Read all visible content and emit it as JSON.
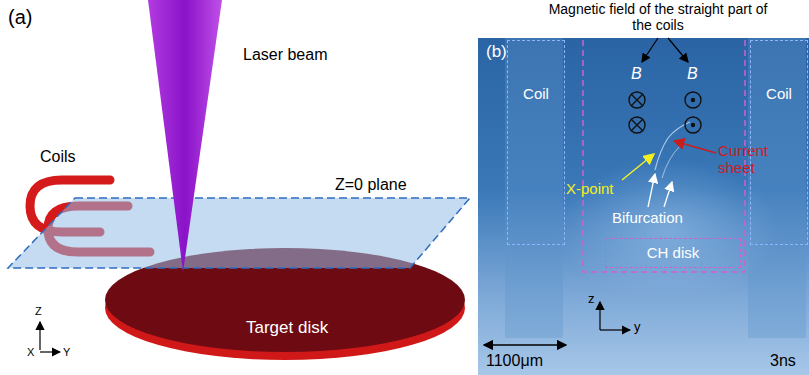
{
  "diagram": {
    "nodes": [
      {
        "text": [
          "Coil"
        ]
      },
      {
        "text": [
          "Coil"
        ]
      },
      {
        "text": [
          "CH disk"
        ]
      }
    ],
    "labels": [
      "(a)",
      "Laser beam",
      "Coils",
      "Z=0 plane",
      "Target disk",
      "Z",
      "X",
      "Y",
      "Magnetic field of the straight part of the coils",
      "(b)",
      "B",
      "B",
      "X-point",
      "Current sheet",
      "Bifurcation",
      "z",
      "y",
      "1100μm",
      "3ns"
    ]
  }
}
